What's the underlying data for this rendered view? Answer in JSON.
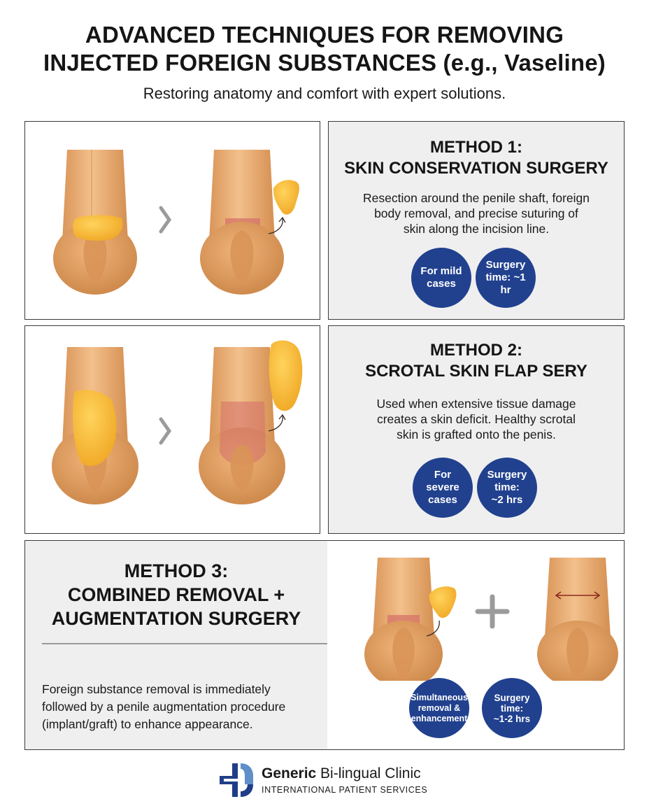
{
  "header": {
    "title_line1": "ADVANCED TECHNIQUES FOR REMOVING",
    "title_line2": "INJECTED FOREIGN SUBSTANCES (e.g., Vaseline)",
    "subtitle": "Restoring anatomy and comfort with expert solutions."
  },
  "method1": {
    "title_line1": "METHOD 1:",
    "title_line2": "SKIN CONSERVATION SURGERY",
    "desc_line1": "Resection around the penile shaft, foreign",
    "desc_line2": "body removal, and precise suturing of",
    "desc_line3": "skin along the incision line.",
    "badge1_line1": "For mild",
    "badge1_line2": "cases",
    "badge2_line1": "Surgery",
    "badge2_line2": "time: ~1 hr"
  },
  "method2": {
    "title_line1": "METHOD 2:",
    "title_line2": "SCROTAL SKIN FLAP SERY",
    "desc_line1": "Used when extensive tissue damage",
    "desc_line2": "creates a skin deficit. Healthy scrotal",
    "desc_line3": "skin is grafted onto the penis.",
    "badge1_line1": "For",
    "badge1_line2": "severe",
    "badge1_line3": "cases",
    "badge2_line1": "Surgery",
    "badge2_line2": "time:",
    "badge2_line3": "~2 hrs"
  },
  "method3": {
    "title_line1": "METHOD 3:",
    "title_line2": "COMBINED REMOVAL +",
    "title_line3": "AUGMENTATION SURGERY",
    "desc_line1": "Foreign substance removal is immediately",
    "desc_line2": "followed by a penile augmentation procedure",
    "desc_line3": "(implant/graft) to enhance appearance.",
    "badge1_line1": "Simultaneous",
    "badge1_line2": "removal &",
    "badge1_line3": "enhancement",
    "badge2_line1": "Surgery time:",
    "badge2_line2": "~1-2 hrs"
  },
  "footer": {
    "name_bold": "Generic",
    "name_rest": " Bi-lingual Clinic",
    "sub": "INTERNATIONAL PATIENT SERVICES"
  },
  "colors": {
    "badge": "#21418f",
    "skin": "#e8aa6e",
    "substance": "#f5b82e",
    "logo_blue": "#1f3e88",
    "logo_light": "#5f8fc8"
  }
}
